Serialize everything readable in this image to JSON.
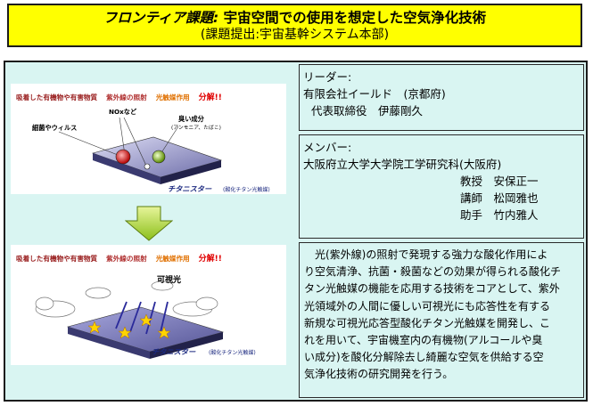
{
  "title": {
    "prefix": "フロンティア課題:",
    "main": "宇宙空間での使用を想定した空気浄化技術",
    "sub": "(課題提出:宇宙基幹システム本部)"
  },
  "illustration": {
    "caption_adsorbed": "吸着した有機物や有害物質",
    "caption_uv": "紫外線の照射",
    "caption_photocat": "光触媒作用",
    "caption_decompose": "分解!!",
    "label_nox": "NOxなど",
    "label_bacteria": "細菌やウィルス",
    "label_odor": "臭い成分",
    "label_odor_sub": "(アンモニア、たばこ)",
    "label_titanister": "チタニスター",
    "label_titanister_sub": "(酸化チタン光触媒)",
    "label_visible_light": "可視光"
  },
  "leader": {
    "heading": "リーダー:",
    "company": "有限会社イールド　(京都府)",
    "person": "代表取締役　伊藤剛久"
  },
  "members": {
    "heading": "メンバー:",
    "org": "大阪府立大学大学院工学研究科(大阪府)",
    "people": [
      {
        "role": "教授",
        "name": "安保正一"
      },
      {
        "role": "講師",
        "name": "松岡雅也"
      },
      {
        "role": "助手",
        "name": "竹内雅人"
      }
    ]
  },
  "description": {
    "lines": [
      "　光(紫外線)の照射で発現する強力な酸化作用によ",
      "り空気清浄、抗菌・殺菌などの効果が得られる酸化チ",
      "タン光触媒の機能を応用する技術をコアとして、紫外",
      "光領域外の人間に優しい可視光にも応答性を有する",
      "新規な可視光応答型酸化チタン光触媒を開発し、こ",
      "れを用いて、宇宙機室内の有機物(アルコールや臭",
      "い成分)を酸化分解除去し綺麗な空気を供給する空",
      "気浄化技術の研究開発を行う。"
    ]
  },
  "colors": {
    "title_bg": "#ffff00",
    "panel_bg": "#d9f5f2",
    "arrow_green": "#a6d22a"
  }
}
